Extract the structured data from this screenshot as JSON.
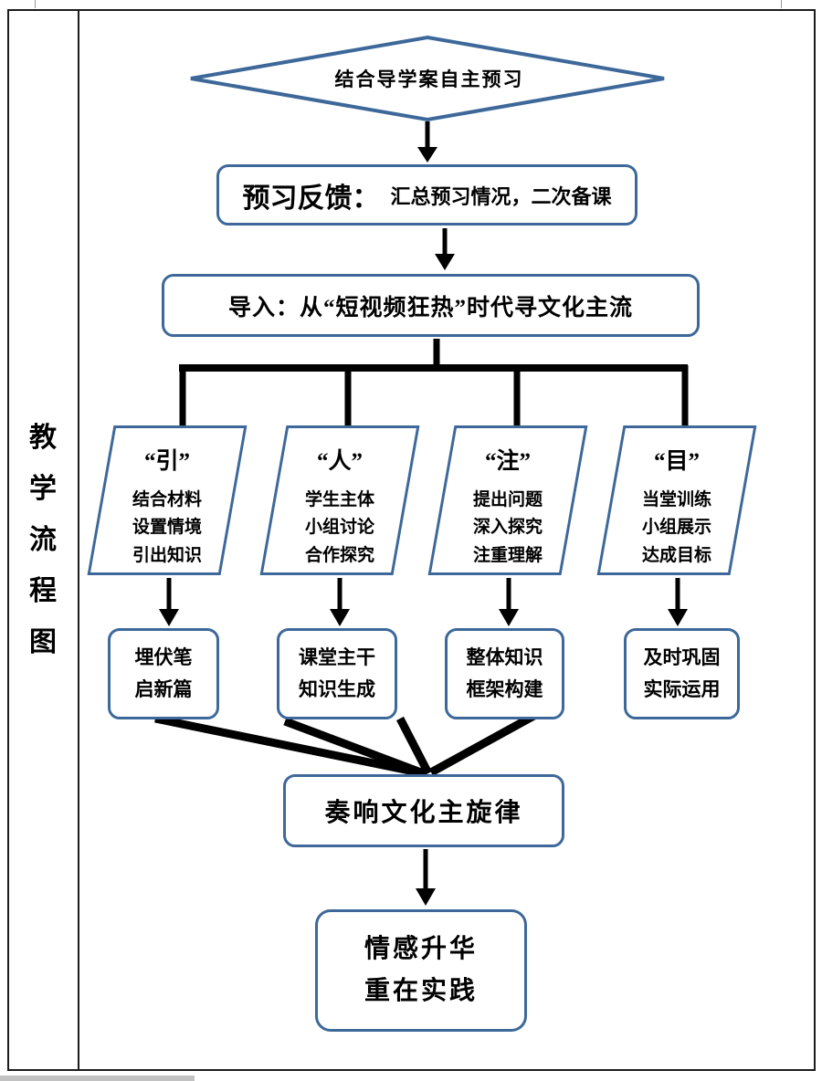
{
  "sidebar": {
    "title": "教学流程图",
    "chars": [
      "教",
      "学",
      "流",
      "程",
      "图"
    ]
  },
  "flowchart": {
    "diamond": {
      "text": "结合导学案自主预习"
    },
    "feedback_box": {
      "title": "预习反馈：",
      "subtitle": "汇总预习情况，二次备课"
    },
    "intro_box": {
      "text": "导入：从“短视频狂热”时代寻文化主流"
    },
    "branches": [
      {
        "title": "“引”",
        "lines": [
          "结合材料",
          "设置情境",
          "引出知识"
        ],
        "result_lines": [
          "埋伏笔",
          "启新篇"
        ]
      },
      {
        "title": "“人”",
        "lines": [
          "学生主体",
          "小组讨论",
          "合作探究"
        ],
        "result_lines": [
          "课堂主干",
          "知识生成"
        ]
      },
      {
        "title": "“注”",
        "lines": [
          "提出问题",
          "深入探究",
          "注重理解"
        ],
        "result_lines": [
          "整体知识",
          "框架构建"
        ]
      },
      {
        "title": "“目”",
        "lines": [
          "当堂训练",
          "小组展示",
          "达成目标"
        ],
        "result_lines": [
          "及时巩固",
          "实际运用"
        ]
      }
    ],
    "merge_box": {
      "text": "奏响文化主旋律"
    },
    "final_box": {
      "lines": [
        "情感升华",
        "重在实践"
      ]
    }
  },
  "colors": {
    "shape_border": "#3D6899",
    "connector": "#000000",
    "frame": "#1C1C1C"
  }
}
